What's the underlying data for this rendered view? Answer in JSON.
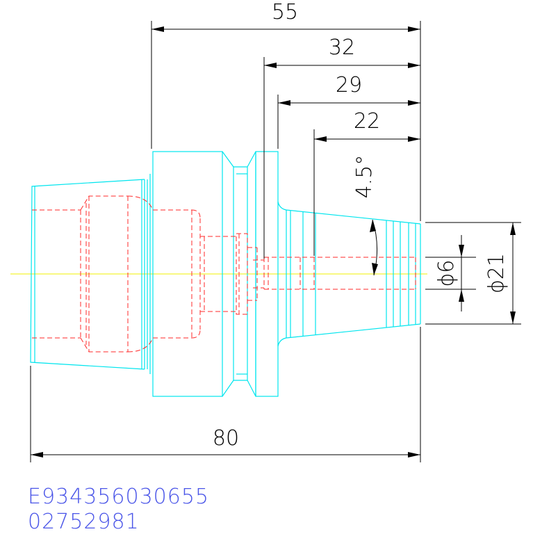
{
  "dimensions": {
    "d55": "55",
    "d32": "32",
    "d29": "29",
    "d22": "22",
    "d80": "80",
    "angle": "4.5°",
    "dia6": "ϕ6",
    "dia21": "ϕ21"
  },
  "codes": {
    "line1": "E934356030655",
    "line2": "02752981"
  },
  "colors": {
    "outline": "#00e5ee",
    "hidden": "#ff2a2a",
    "dimension": "#000000",
    "centerline": "#f0f000",
    "code_text": "#4a55e8"
  }
}
